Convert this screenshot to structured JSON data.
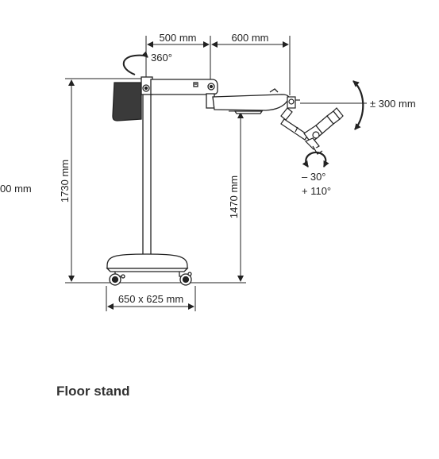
{
  "dimensions": {
    "arm_left": "500 mm",
    "arm_right": "600 mm",
    "rotation": "360°",
    "tilt": "± 300 mm",
    "pivot_minus": "– 30°",
    "pivot_plus": "+ 110°",
    "overall_height": "1730 mm",
    "working_height": "1470 mm",
    "base_size": "650 x 625 mm",
    "left_cut": "00 mm"
  },
  "caption": "Floor stand"
}
